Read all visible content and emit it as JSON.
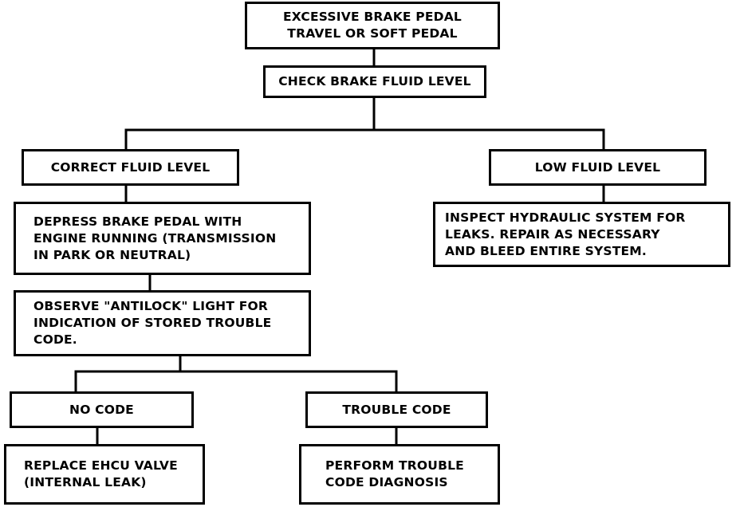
{
  "flowchart": {
    "colors": {
      "line": "#000000",
      "background": "#ffffff"
    },
    "nodes": {
      "start": "EXCESSIVE BRAKE PEDAL\nTRAVEL OR SOFT PEDAL",
      "check_level": "CHECK BRAKE FLUID LEVEL",
      "correct_level": "CORRECT FLUID LEVEL",
      "low_level": "LOW FLUID LEVEL",
      "depress_pedal": "DEPRESS BRAKE PEDAL WITH\nENGINE RUNNING (TRANSMISSION\nIN PARK OR NEUTRAL)",
      "inspect_hydraulic": "INSPECT HYDRAULIC SYSTEM FOR\nLEAKS. REPAIR AS NECESSARY\nAND BLEED ENTIRE SYSTEM.",
      "observe_light": "OBSERVE \"ANTILOCK\" LIGHT FOR\nINDICATION OF STORED TROUBLE\nCODE.",
      "no_code": "NO CODE",
      "trouble_code": "TROUBLE CODE",
      "replace_valve": "REPLACE EHCU VALVE\n(INTERNAL LEAK)",
      "perform_diagnosis": "PERFORM TROUBLE\nCODE DIAGNOSIS"
    }
  }
}
